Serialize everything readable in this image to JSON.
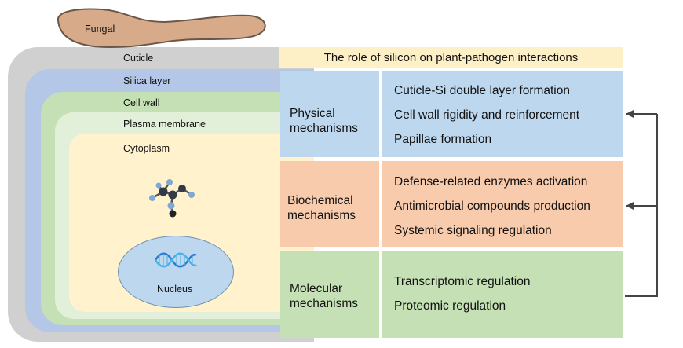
{
  "cell_layers": {
    "fungal": "Fungal",
    "cuticle": "Cuticle",
    "silica_layer": "Silica layer",
    "cell_wall": "Cell wall",
    "plasma_membrane": "Plasma membrane",
    "cytoplasm": "Cytoplasm",
    "nucleus": "Nucleus"
  },
  "table": {
    "title": "The role of silicon on plant-pathogen interactions",
    "rows": [
      {
        "mechanism_line1": "Physical",
        "mechanism_line2": "mechanisms",
        "items": [
          "Cuticle-Si double layer formation",
          "Cell wall rigidity and reinforcement",
          "Papillae formation"
        ],
        "color": "#bdd7ee"
      },
      {
        "mechanism_line1": "Biochemical",
        "mechanism_line2": "mechanisms",
        "items": [
          "Defense-related enzymes activation",
          "Antimicrobial compounds production",
          "Systemic signaling regulation"
        ],
        "color": "#f8cbad"
      },
      {
        "mechanism_line1": "Molecular",
        "mechanism_line2": "mechanisms",
        "items": [
          "Transcriptomic regulation",
          "Proteomic regulation"
        ],
        "color": "#c5e0b4"
      }
    ]
  },
  "colors": {
    "cuticle": "#d0d0d0",
    "silica_layer": "#b4c7e7",
    "cell_wall": "#c5e0b4",
    "plasma_membrane": "#e2efd9",
    "cytoplasm": "#fff2cc",
    "nucleus": "#bdd7ee",
    "fungal": "#d7aa8a",
    "title_bar": "#fdf0c6"
  }
}
